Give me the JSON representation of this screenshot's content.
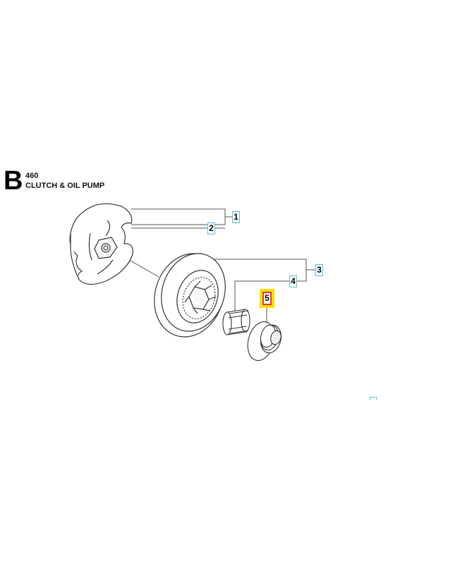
{
  "header": {
    "section_letter": "B",
    "model": "460",
    "title": "CLUTCH & OIL PUMP"
  },
  "callouts": [
    {
      "number": "1",
      "part": "clutch-assembly"
    },
    {
      "number": "2",
      "part": "clutch-shoe"
    },
    {
      "number": "3",
      "part": "clutch-drum-assembly"
    },
    {
      "number": "4",
      "part": "needle-bearing"
    },
    {
      "number": "5",
      "part": "worm-gear",
      "selected": true
    }
  ],
  "colors": {
    "callout_border": "#4fc3d3",
    "selected_highlight": "#f5e100",
    "selected_border": "#e33333",
    "line": "#555555"
  }
}
